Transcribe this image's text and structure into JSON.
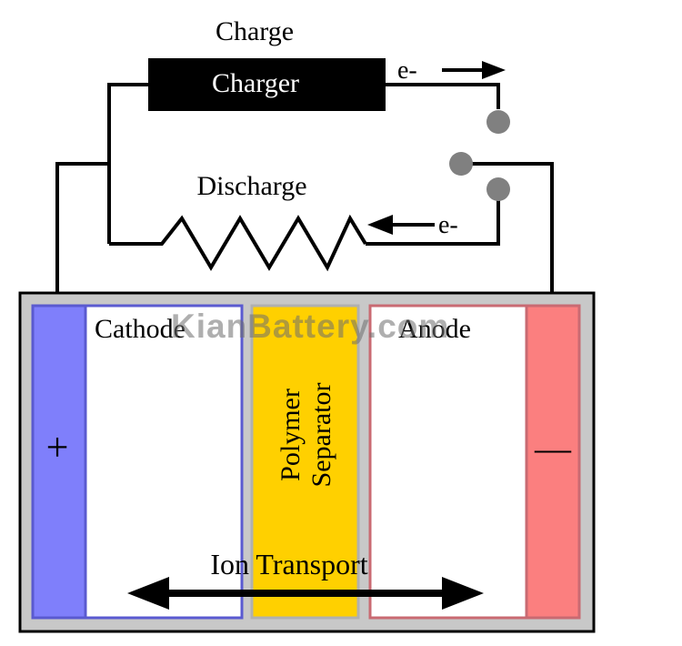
{
  "circuit": {
    "charge_label": "Charge",
    "charger_label": "Charger",
    "discharge_label": "Discharge",
    "electron_top": "e-",
    "electron_bottom": "e-"
  },
  "battery": {
    "cathode_label": "Cathode",
    "anode_label": "Anode",
    "separator_line1": "Polymer",
    "separator_line2": "Separator",
    "plus_symbol": "+",
    "minus_symbol": "—",
    "ion_transport_label": "Ion Transport"
  },
  "watermark": {
    "text": "KianBattery.com"
  },
  "colors": {
    "cathode_terminal": "#7f7ffb",
    "cathode_border": "#5a5ad0",
    "anode_terminal": "#fb7f7f",
    "anode_border": "#c96a72",
    "separator": "#ffd000",
    "casing": "#c8c8c8",
    "charger": "#000000"
  }
}
